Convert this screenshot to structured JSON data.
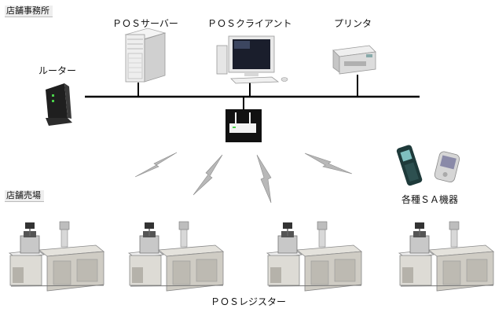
{
  "sections": {
    "office": "店舗事務所",
    "floor": "店舗売場"
  },
  "devices": {
    "pos_server": "ＰＯＳサーバー",
    "pos_client": "ＰＯＳクライアント",
    "printer": "プリンタ",
    "router": "ルーター",
    "sa_devices": "各種ＳＡ機器",
    "pos_register": "ＰＯＳレジスター"
  },
  "icons": {
    "router": "router-icon",
    "server": "server-icon",
    "client": "pc-client-icon",
    "printer": "printer-icon",
    "access_point": "wireless-access-point-icon",
    "handheld": "handheld-terminal-icon",
    "register": "pos-register-icon",
    "wireless": "wireless-link-icon"
  }
}
